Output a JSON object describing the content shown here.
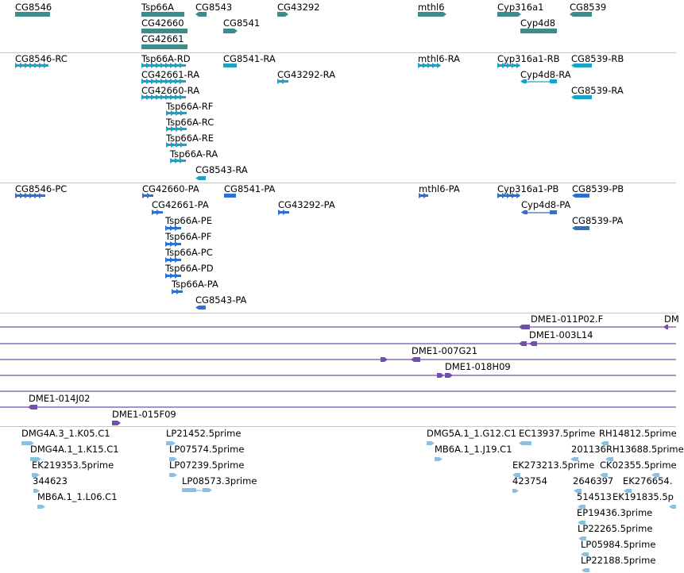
{
  "colors": {
    "gene": "#3c8c8c",
    "transcript_ra": "#1aa3c7",
    "transcript_pa": "#2e6fd0",
    "alignment": "#7050a8",
    "est": "#8cbee0",
    "separator": "#c8c8c8"
  },
  "tracks": {
    "genes": {
      "labels": [
        "CG8546",
        "Tsp66A",
        "CG8543",
        "CG43292",
        "mthl6",
        "Cyp316a1",
        "CG8539",
        "CG42660",
        "CG8541",
        "Cyp4d8",
        "CG42661"
      ]
    },
    "transcripts_ra": {
      "labels": [
        "CG8546-RC",
        "Tsp66A-RD",
        "CG8541-RA",
        "mthl6-RA",
        "Cyp316a1-RB",
        "CG8539-RB",
        "CG42661-RA",
        "CG43292-RA",
        "Cyp4d8-RA",
        "CG42660-RA",
        "CG8539-RA",
        "Tsp66A-RF",
        "Tsp66A-RC",
        "Tsp66A-RE",
        "Tsp66A-RA",
        "CG8543-RA"
      ]
    },
    "transcripts_pa": {
      "labels": [
        "CG8546-PC",
        "CG42660-PA",
        "CG8541-PA",
        "mthl6-PA",
        "Cyp316a1-PB",
        "CG8539-PB",
        "CG42661-PA",
        "CG43292-PA",
        "Cyp4d8-PA",
        "Tsp66A-PE",
        "CG8539-PA",
        "Tsp66A-PF",
        "Tsp66A-PC",
        "Tsp66A-PD",
        "Tsp66A-PA",
        "CG8543-PA"
      ]
    },
    "alignments": {
      "labels": [
        "DME1-011P02.F",
        "DM",
        "DME1-003L14",
        "DME1-007G21",
        "DME1-018H09",
        "DME1-014J02",
        "DME1-015F09"
      ]
    },
    "ests": {
      "labels": [
        "DMG4A.3_1.K05.C1",
        "LP21452.5prime",
        "DMG5A.1_1.G12.C1",
        "EC13937.5prime",
        "RH14812.5prime",
        "DMG4A.1_1.K15.C1",
        "LP07574.5prime",
        "MB6A.1_1.J19.C1",
        "201136",
        "RH13688.5prime",
        "EK219353.5prime",
        "LP07239.5prime",
        "EK273213.5prime",
        "CK02355.5prime",
        "344623",
        "LP08573.3prime",
        "423754",
        "2646397",
        "EK276654.",
        "MB6A.1_1.L06.C1",
        "514513",
        "EK191835.5p",
        "EP19436.3prime",
        "LP22265.5prime",
        "LP05984.5prime",
        "LP22188.5prime"
      ]
    }
  }
}
